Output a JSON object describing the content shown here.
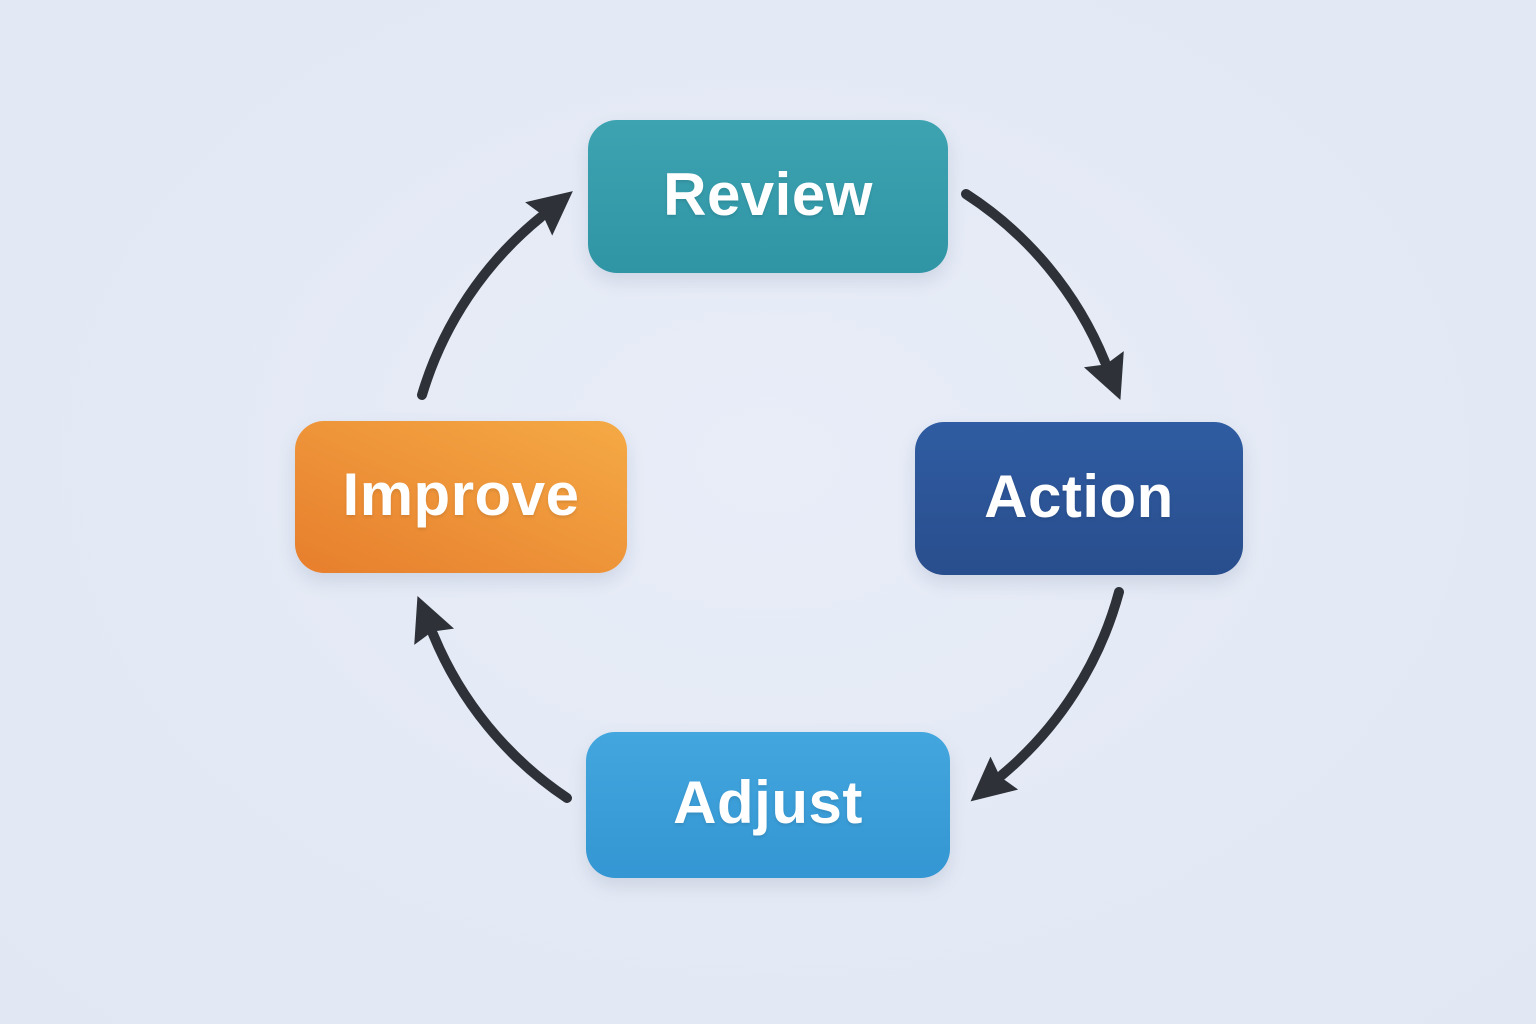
{
  "diagram": {
    "title": "",
    "type": "cycle",
    "background_color": "#e4eaf5",
    "arrow_color": "#2e3238",
    "nodes": [
      {
        "id": "review",
        "label": "Review",
        "position": "top",
        "text_color": "#ffffff",
        "gradient": {
          "direction": "to bottom",
          "from": "#3da3b1",
          "to": "#2f95a5"
        }
      },
      {
        "id": "action",
        "label": "Action",
        "position": "right",
        "text_color": "#ffffff",
        "gradient": {
          "direction": "to bottom",
          "from": "#2f5ca2",
          "to": "#294e8d"
        }
      },
      {
        "id": "adjust",
        "label": "Adjust",
        "position": "bottom",
        "text_color": "#ffffff",
        "gradient": {
          "direction": "to bottom",
          "from": "#43a6de",
          "to": "#3496d2"
        }
      },
      {
        "id": "improve",
        "label": "Improve",
        "position": "left",
        "text_color": "#ffffff",
        "gradient": {
          "direction": "to top right",
          "from": "#e77e2d",
          "to": "#f5aa45"
        }
      }
    ],
    "edges": [
      {
        "from": "Review",
        "to": "Action"
      },
      {
        "from": "Action",
        "to": "Adjust"
      },
      {
        "from": "Adjust",
        "to": "Improve"
      },
      {
        "from": "Improve",
        "to": "Review"
      }
    ]
  }
}
